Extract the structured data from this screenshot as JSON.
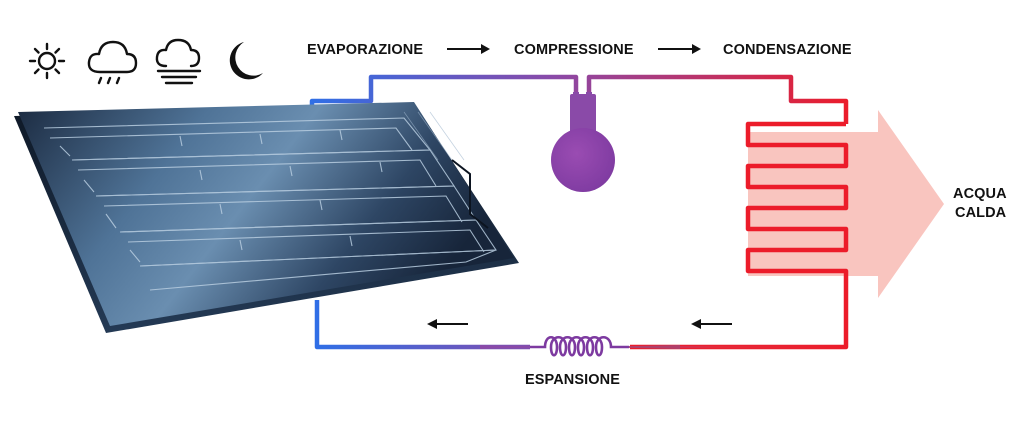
{
  "labels": {
    "evaporation": "EVAPORAZIONE",
    "compression": "COMPRESSIONE",
    "condensation": "CONDENSAZIONE",
    "expansion": "ESPANSIONE",
    "output_line1": "ACQUA",
    "output_line2": "CALDA"
  },
  "weather_icons": [
    "sun-icon",
    "rain-cloud-icon",
    "fog-cloud-icon",
    "moon-icon"
  ],
  "colors": {
    "cold_pipe": "#2f6fe6",
    "mid_pipe": "#8a4aa8",
    "hot_pipe": "#ec1c2a",
    "heat_arrow": "#f9c2bc",
    "panel_dark": "#17253a",
    "panel_light": "#6a8eb0"
  }
}
